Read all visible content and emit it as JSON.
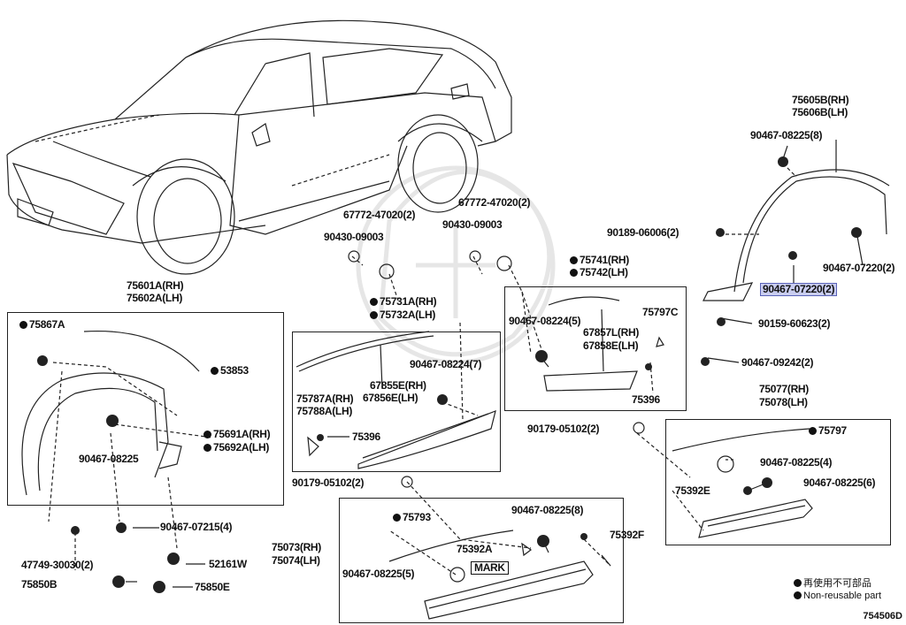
{
  "labels": {
    "fender_front_rh": "75601A(RH)",
    "fender_front_lh": "75602A(LH)",
    "clip_75867a": "75867A",
    "moulding_53853": "53853",
    "moulding_75691a": "75691A(RH)",
    "moulding_75692a": "75692A(LH)",
    "screw_front_fender": "90467-08225",
    "clip_90467_07215": "90467-07215(4)",
    "clip_47749": "47749-30030(2)",
    "clip_52161w": "52161W",
    "clip_75850b": "75850B",
    "clip_75850e": "75850E",
    "grommet_left": "90430-09003",
    "bolt_left": "67772-47020(2)",
    "grommet_mid": "90430-09003",
    "bolt_mid": "67772-47020(2)",
    "door_moulding_rh": "75731A(RH)",
    "door_moulding_lh": "75732A(LH)",
    "clip_90467_08224_7": "90467-08224(7)",
    "strip_67855e": "67855E(RH)",
    "strip_67856e": "67856E(LH)",
    "garnish_75787a": "75787A(RH)",
    "garnish_75788a": "75788A(LH)",
    "clip_75396_left": "75396",
    "rear_door_moulding_rh": "75741(RH)",
    "rear_door_moulding_lh": "75742(LH)",
    "clip_90467_08224_5": "90467-08224(5)",
    "strip_67857l": "67857L(RH)",
    "strip_67858e": "67858E(LH)",
    "clip_75797c": "75797C",
    "clip_75396_right": "75396",
    "rear_fender_rh": "75605B(RH)",
    "rear_fender_lh": "75606B(LH)",
    "clip_90467_08225_8_top": "90467-08225(8)",
    "clip_90189": "90189-06006(2)",
    "clip_90467_07220_2": "90467-07220(2)",
    "clip_90467_07220_2_hl": "90467-07220(2)",
    "screw_90159": "90159-60623(2)",
    "clip_90467_09242": "90467-09242(2)",
    "clip_90179_right": "90179-05102(2)",
    "clip_90179_left": "90179-05102(2)",
    "rocker_rear_rh": "75077(RH)",
    "rocker_rear_lh": "75078(LH)",
    "moulding_75797": "75797",
    "clip_90467_08225_4": "90467-08225(4)",
    "clip_75392e": "75392E",
    "clip_90467_08225_6": "90467-08225(6)",
    "moulding_75793": "75793",
    "clip_90467_08225_8_bot": "90467-08225(8)",
    "clip_75392f": "75392F",
    "rocker_rh": "75073(RH)",
    "rocker_lh": "75074(LH)",
    "clip_75392a": "75392A",
    "mark": "MARK",
    "clip_90467_08225_5": "90467-08225(5)"
  },
  "legend": {
    "line1": "再使用不可部品",
    "line2": "Non-reusable part"
  },
  "diagram_code": "754506D",
  "colors": {
    "line": "#222222",
    "highlight": "#c9cdf0",
    "highlight_border": "#5a63b8",
    "watermark": "#e6e6e6"
  }
}
